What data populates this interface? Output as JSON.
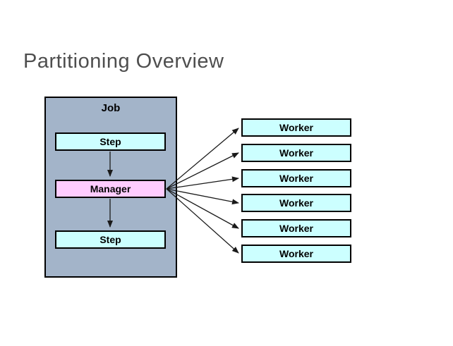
{
  "title": "Partitioning Overview",
  "diagram": {
    "job": {
      "label": "Job"
    },
    "step_top": {
      "label": "Step"
    },
    "manager": {
      "label": "Manager"
    },
    "step_bottom": {
      "label": "Step"
    },
    "workers": [
      {
        "label": "Worker"
      },
      {
        "label": "Worker"
      },
      {
        "label": "Worker"
      },
      {
        "label": "Worker"
      },
      {
        "label": "Worker"
      },
      {
        "label": "Worker"
      }
    ]
  },
  "colors": {
    "background": "#ffffff",
    "title_text": "#4e4e4e",
    "job_fill": "#a3b4c9",
    "step_fill": "#ccffff",
    "manager_fill": "#ffccff",
    "box_border": "#000000",
    "arrow": "#1a1a1a",
    "label_text": "#000000"
  }
}
